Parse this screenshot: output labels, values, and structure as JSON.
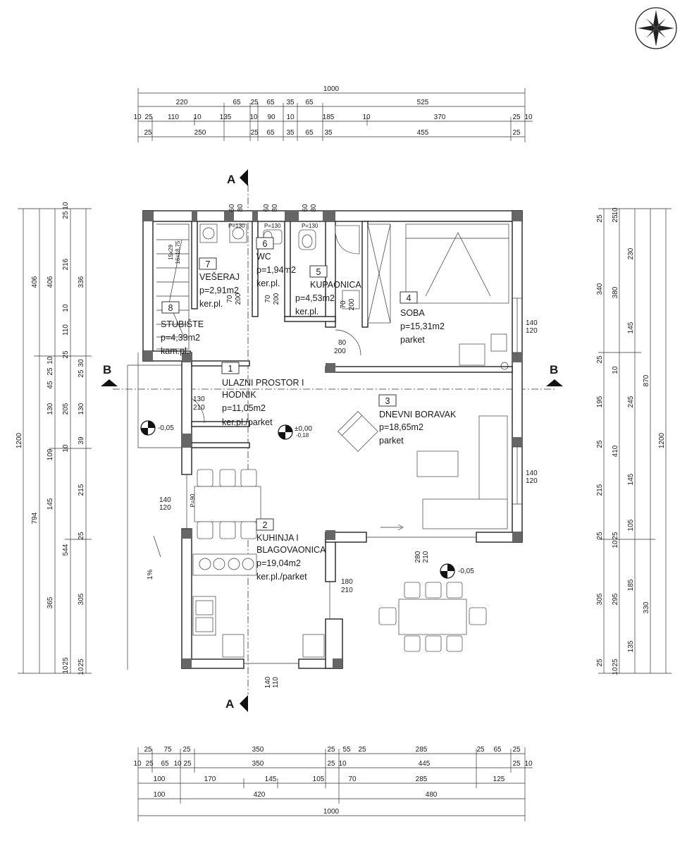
{
  "dimensions": {
    "top_total": "1000",
    "top_row1": [
      "220",
      "65",
      "25",
      "65",
      "35",
      "65",
      "525"
    ],
    "top_row2": [
      "10",
      "25",
      "110",
      "10",
      "135",
      "10",
      "90",
      "10",
      "185",
      "10",
      "370",
      "25",
      "10"
    ],
    "top_row3": [
      "25",
      "250",
      "25",
      "65",
      "35",
      "65",
      "35",
      "455",
      "25"
    ],
    "bottom_row1": [
      "25",
      "75",
      "25",
      "350",
      "25",
      "55",
      "25",
      "285",
      "25",
      "65",
      "25"
    ],
    "bottom_row2": [
      "10",
      "25",
      "65",
      "10",
      "25",
      "350",
      "25",
      "10",
      "445",
      "25",
      "10"
    ],
    "bottom_row3": [
      "100",
      "170",
      "145",
      "105",
      "70",
      "285",
      "125"
    ],
    "bottom_row4": [
      "100",
      "420",
      "480"
    ],
    "bottom_total": "1000",
    "left_outer": [
      "1200"
    ],
    "left_col2": [
      "406",
      "794"
    ],
    "left_col3": [
      "406",
      "10",
      "25",
      "45",
      "130",
      "109",
      "145",
      "544",
      "365",
      "10",
      "25"
    ],
    "left_col4": [
      "25",
      "10",
      "216",
      "10",
      "110",
      "25",
      "205",
      "10",
      "215",
      "25",
      "305",
      "25",
      "10"
    ],
    "left_col5": [
      "336",
      "30",
      "25",
      "130",
      "39"
    ],
    "right_outer": [
      "1200"
    ],
    "right_col2": [
      "870",
      "330"
    ],
    "right_col3": [
      "10",
      "25",
      "230",
      "145",
      "10",
      "245",
      "410",
      "145",
      "105",
      "10",
      "25",
      "185",
      "135",
      "25",
      "10"
    ],
    "right_col4": [
      "25",
      "340",
      "25",
      "195",
      "25",
      "215",
      "25",
      "305",
      "25"
    ],
    "right_col5": [
      "380",
      "295"
    ]
  },
  "markers": {
    "section_a": "A",
    "section_b": "B",
    "level_minus": "-0,05",
    "level_zero": "±0,00",
    "level_sub": "-0,18",
    "slope": "1%"
  },
  "rooms": [
    {
      "num": "1",
      "name1": "ULAZNI PROSTOR I",
      "name2": "HODNIK",
      "area": "p=11,05m2",
      "floor": "ker.pl./parket"
    },
    {
      "num": "2",
      "name1": "KUHINJA I",
      "name2": "BLAGOVAONICA",
      "area": "p=19,04m2",
      "floor": "ker.pl./parket"
    },
    {
      "num": "3",
      "name1": "DNEVNI BORAVAK",
      "area": "p=18,65m2",
      "floor": "parket"
    },
    {
      "num": "4",
      "name1": "SOBA",
      "area": "p=15,31m2",
      "floor": "parket"
    },
    {
      "num": "5",
      "name1": "KUPAONICA",
      "area": "p=4,53m2",
      "floor": "ker.pl."
    },
    {
      "num": "6",
      "name1": "WC",
      "area": "p=1,94m2",
      "floor": "ker.pl."
    },
    {
      "num": "7",
      "name1": "VEŠERAJ",
      "area": "p=2,91m2",
      "floor": "ker.pl."
    },
    {
      "num": "8",
      "name1": "STUBIŠTE",
      "area": "p=4,33m2",
      "floor": "kam.pl."
    }
  ],
  "openings": {
    "door_80_200": [
      "80",
      "200"
    ],
    "door_130_210": [
      "130",
      "210"
    ],
    "door_180_210": [
      "180",
      "210"
    ],
    "door_280_210": [
      "280",
      "210"
    ],
    "win_140_120": [
      "140",
      "120"
    ],
    "win_140_110": [
      "140",
      "110"
    ],
    "win_60_80": [
      "60",
      "80"
    ],
    "win_70_200": [
      "70",
      "200"
    ],
    "stair": [
      "15x29",
      "16x18,75"
    ],
    "parapet": "P=130",
    "parapet90": "P=90"
  }
}
